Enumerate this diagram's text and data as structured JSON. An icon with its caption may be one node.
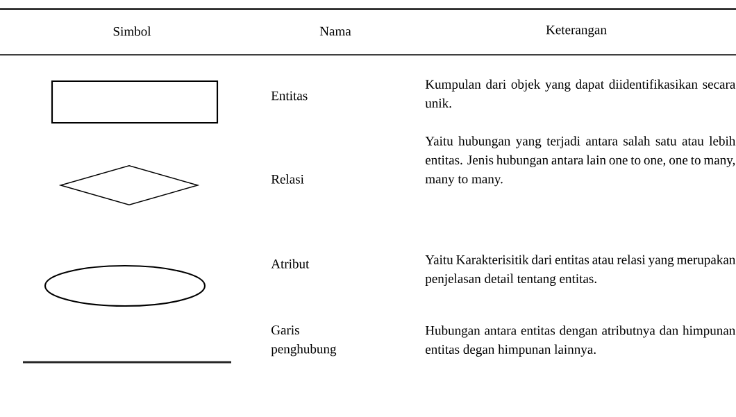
{
  "diagram": {
    "nodes": [
      {
        "text": [],
        "shape": "box"
      },
      {
        "text": [],
        "shape": "diamond"
      },
      {
        "text": [],
        "shape": "ellipse"
      },
      {
        "text": [],
        "shape": "line"
      }
    ],
    "labels": [
      "Simbol",
      "Nama",
      "Keterangan",
      "Entitas",
      "Kumpulan dari objek yang dapat diidentifikasikan secara unik.",
      "Relasi",
      "Yaitu hubungan yang terjadi antara salah satu atau lebih entitas. Jenis hubungan antara lain one to one, one to many, many to many.",
      "Atribut",
      "Yaitu Karakterisitik dari entitas atau relasi yang merupakan penjelasan detail tentang entitas.",
      "Garis penghubung",
      "Hubungan antara entitas dengan atributnya dan himpunan entitas degan himpunan lainnya."
    ]
  }
}
